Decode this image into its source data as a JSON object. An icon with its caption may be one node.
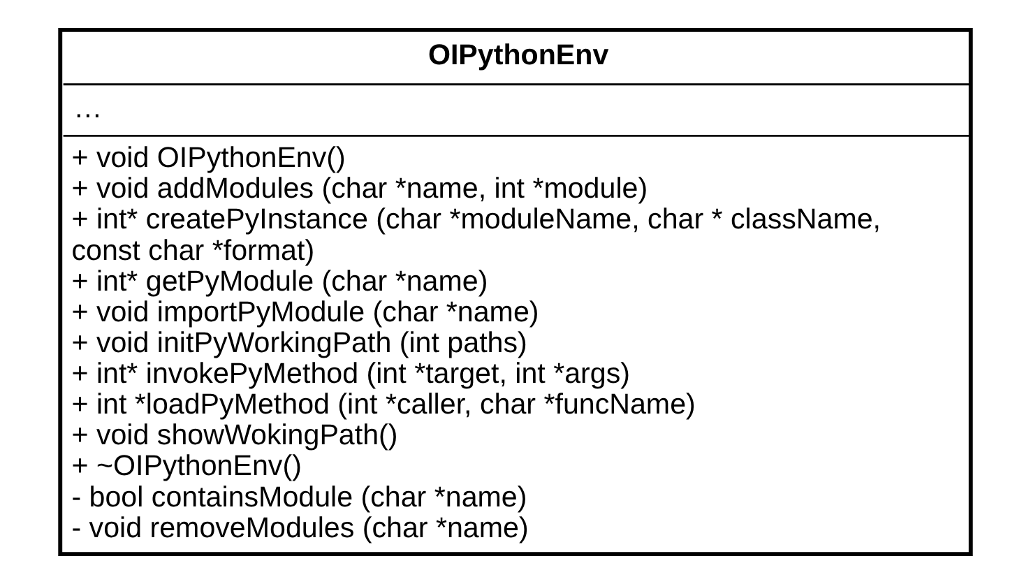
{
  "diagram": {
    "nodes": [
      {
        "text": [
          "OIPythonEnv",
          "…",
          "+ void OIPythonEnv()",
          "+ void addModules (char *name, int *module)",
          "+ int* createPyInstance (char *moduleName, char * className, const char *format)",
          "+ int* getPyModule (char *name)",
          "+ void importPyModule (char *name)",
          "+ void initPyWorkingPath (int paths)",
          "+ int* invokePyMethod (int *target, int *args)",
          "+ int *loadPyMethod (int *caller, char *funcName)",
          "+ void showWokingPath()",
          "+ ~OIPythonEnv()",
          "- bool containsModule (char *name)",
          "- void removeModules (char *name)"
        ]
      }
    ],
    "edges": []
  }
}
